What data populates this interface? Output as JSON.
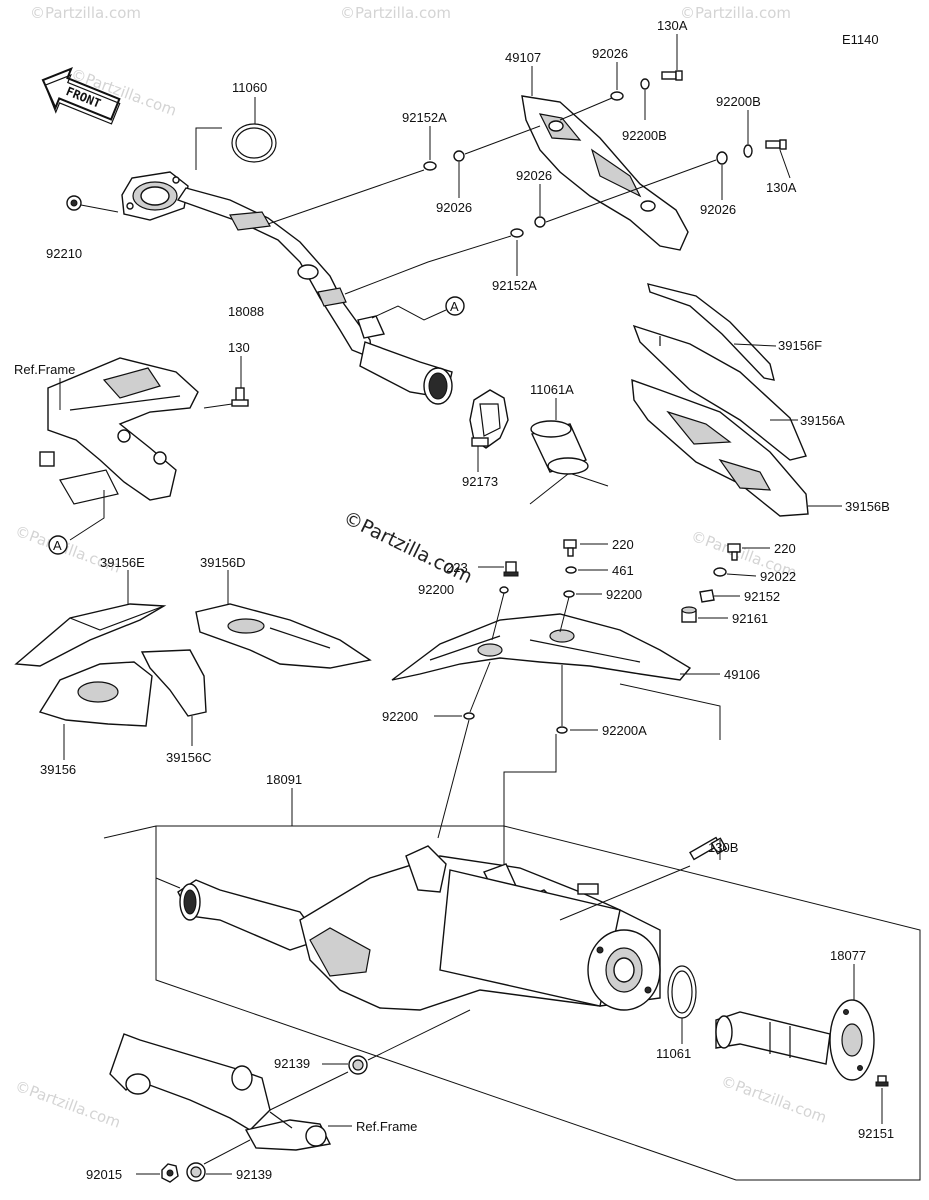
{
  "diagram_code": "E1140",
  "front_label": "FRONT",
  "copyright": "©Partzilla.com",
  "watermark": "©Partzilla.com",
  "ref_frame_label": "Ref.Frame",
  "callout_a": "A",
  "labels": {
    "p11060": "11060",
    "p49107": "49107",
    "p92026_top": "92026",
    "p130A_top": "130A",
    "p92200B_a": "92200B",
    "p92200B_b": "92200B",
    "p92152A_top": "92152A",
    "p92026_mid": "92026",
    "p92026_center": "92026",
    "p92026_right": "92026",
    "p130A_right": "130A",
    "p92210": "92210",
    "p92152A_low": "92152A",
    "p18088": "18088",
    "p39156F": "39156F",
    "p130_left": "130",
    "p11061A": "11061A",
    "p39156A": "39156A",
    "p39156B": "39156B",
    "p92173": "92173",
    "p39156E": "39156E",
    "p39156D": "39156D",
    "p220_a": "220",
    "p220_b": "220",
    "p223": "223",
    "p92200_cut": "92200",
    "p461": "461",
    "p92022": "92022",
    "p92200_r": "92200",
    "p92152": "92152",
    "p92161": "92161",
    "p49106": "49106",
    "p39156": "39156",
    "p39156C": "39156C",
    "p92200_low": "92200",
    "p92200A": "92200A",
    "p18091": "18091",
    "p130B": "130B",
    "p18077": "18077",
    "p92139_top": "92139",
    "p11061": "11061",
    "p92151": "92151",
    "p92015": "92015",
    "p92139_bottom": "92139"
  }
}
